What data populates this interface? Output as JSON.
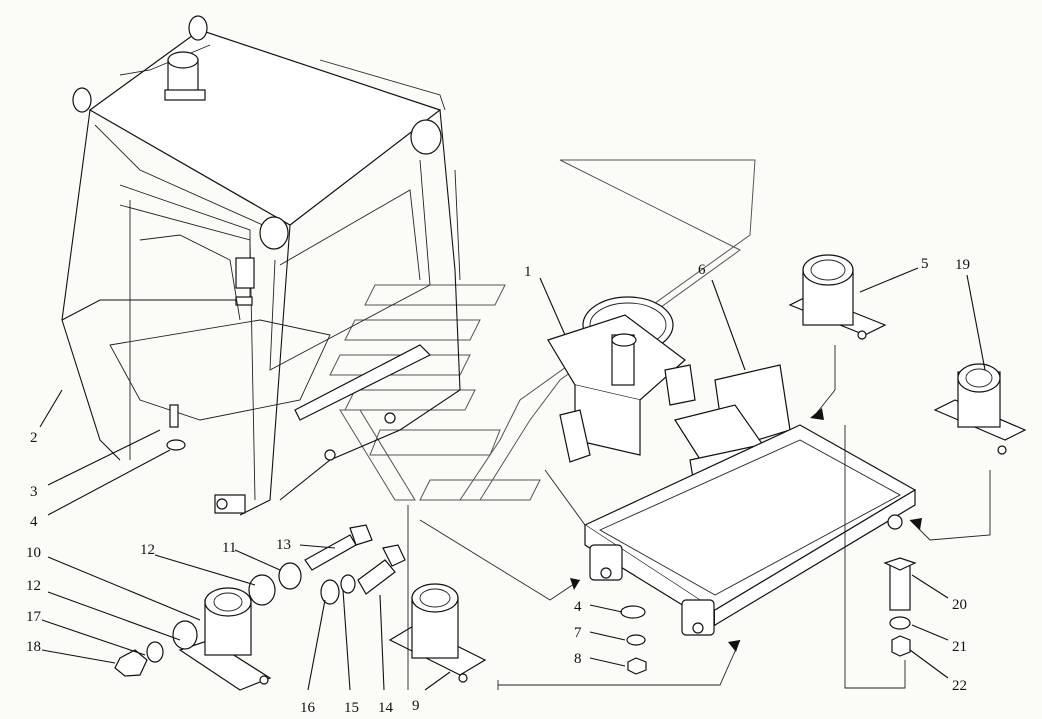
{
  "diagram": {
    "callouts": [
      {
        "id": "c1",
        "text": "1"
      },
      {
        "id": "c2",
        "text": "2"
      },
      {
        "id": "c3",
        "text": "3"
      },
      {
        "id": "c4a",
        "text": "4"
      },
      {
        "id": "c4b",
        "text": "4"
      },
      {
        "id": "c5",
        "text": "5"
      },
      {
        "id": "c6",
        "text": "6"
      },
      {
        "id": "c7",
        "text": "7"
      },
      {
        "id": "c8",
        "text": "8"
      },
      {
        "id": "c9",
        "text": "9"
      },
      {
        "id": "c10",
        "text": "10"
      },
      {
        "id": "c11",
        "text": "11"
      },
      {
        "id": "c12a",
        "text": "12"
      },
      {
        "id": "c12b",
        "text": "12"
      },
      {
        "id": "c13",
        "text": "13"
      },
      {
        "id": "c14",
        "text": "14"
      },
      {
        "id": "c15",
        "text": "15"
      },
      {
        "id": "c16",
        "text": "16"
      },
      {
        "id": "c17",
        "text": "17"
      },
      {
        "id": "c18",
        "text": "18"
      },
      {
        "id": "c19",
        "text": "19"
      },
      {
        "id": "c20",
        "text": "20"
      },
      {
        "id": "c21",
        "text": "21"
      },
      {
        "id": "c22",
        "text": "22"
      }
    ]
  }
}
